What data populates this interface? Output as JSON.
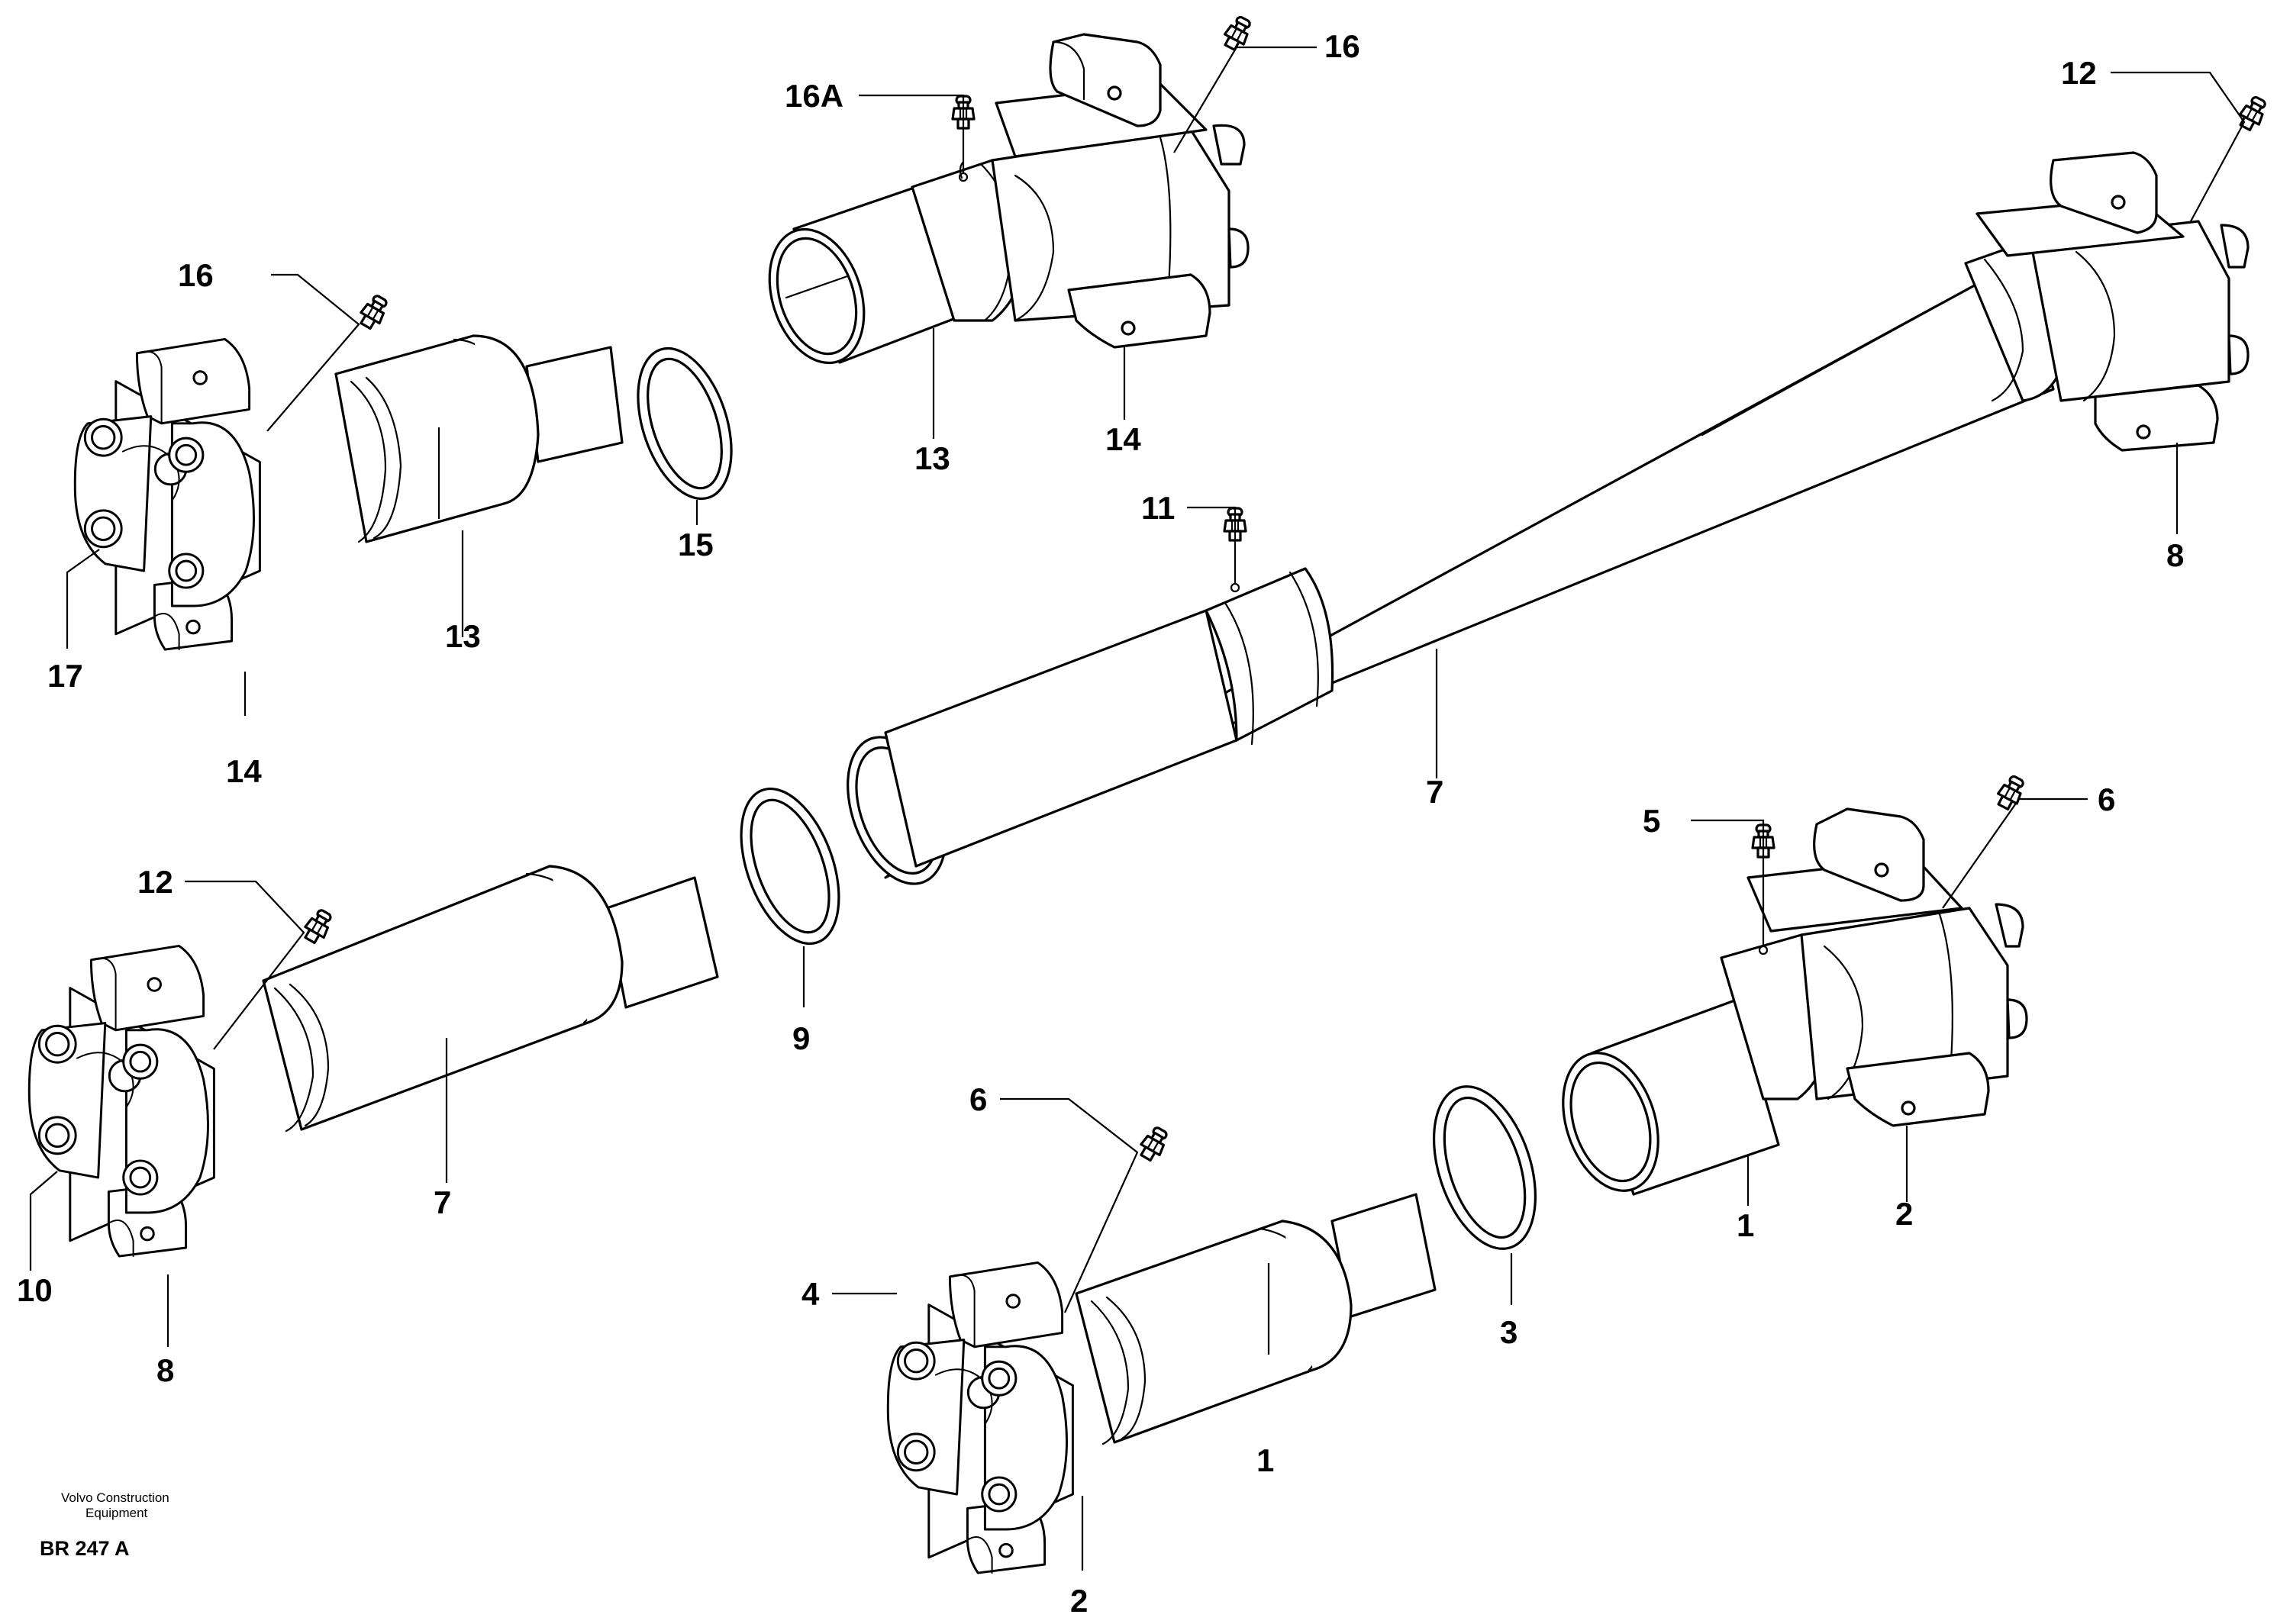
{
  "callouts": {
    "c1a": "1",
    "c1b": "1",
    "c2a": "2",
    "c2b": "2",
    "c3": "3",
    "c4": "4",
    "c5": "5",
    "c6a": "6",
    "c6b": "6",
    "c7a": "7",
    "c7b": "7",
    "c8a": "8",
    "c8b": "8",
    "c9": "9",
    "c10": "10",
    "c11": "11",
    "c12a": "12",
    "c12b": "12",
    "c13a": "13",
    "c13b": "13",
    "c14a": "14",
    "c14b": "14",
    "c15": "15",
    "c16a": "16",
    "c16b": "16",
    "c16A": "16A",
    "c17": "17"
  },
  "footer": {
    "company": "Volvo Construction",
    "company_line2": "Equipment",
    "ref": "BR 247 A"
  }
}
